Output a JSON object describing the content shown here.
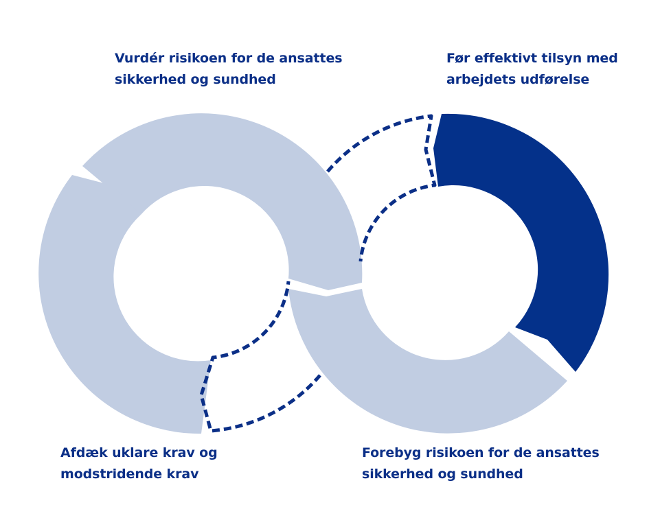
{
  "diagram": {
    "colors": {
      "light_segment": "#c1cde2",
      "dark_segment": "#04318a",
      "dashed_line": "#0b2f87",
      "label_text": "#0b2f87",
      "background": "#ffffff"
    },
    "active_step": "top_right",
    "labels": {
      "top_left": {
        "line1": "Vurdér risikoen for de ansattes",
        "line2": "sikkerhed og sundhed"
      },
      "top_right": {
        "line1": "Før effektivt tilsyn med",
        "line2": "arbejdets udførelse"
      },
      "bottom_left": {
        "line1": "Afdæk uklare krav og",
        "line2": "modstridende krav"
      },
      "bottom_right": {
        "line1": "Forebyg risikoen for de ansattes",
        "line2": "sikkerhed og sundhed"
      }
    }
  }
}
